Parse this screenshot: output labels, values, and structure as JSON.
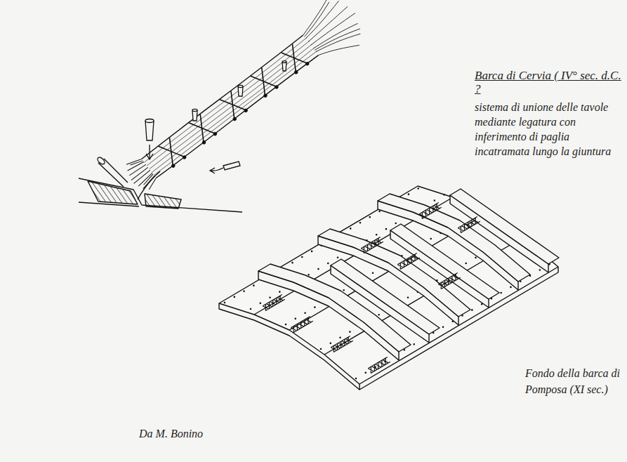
{
  "diagram": {
    "title": "Barca di Cervia ( IV° sec. d.C. ?",
    "labels": [
      "sistema di unione delle tavole mediante legatura con inferimento di paglia incatramata lungo la giuntura",
      "Fondo della barca di Pomposa (XI sec.)",
      "Da M. Bonino"
    ]
  }
}
